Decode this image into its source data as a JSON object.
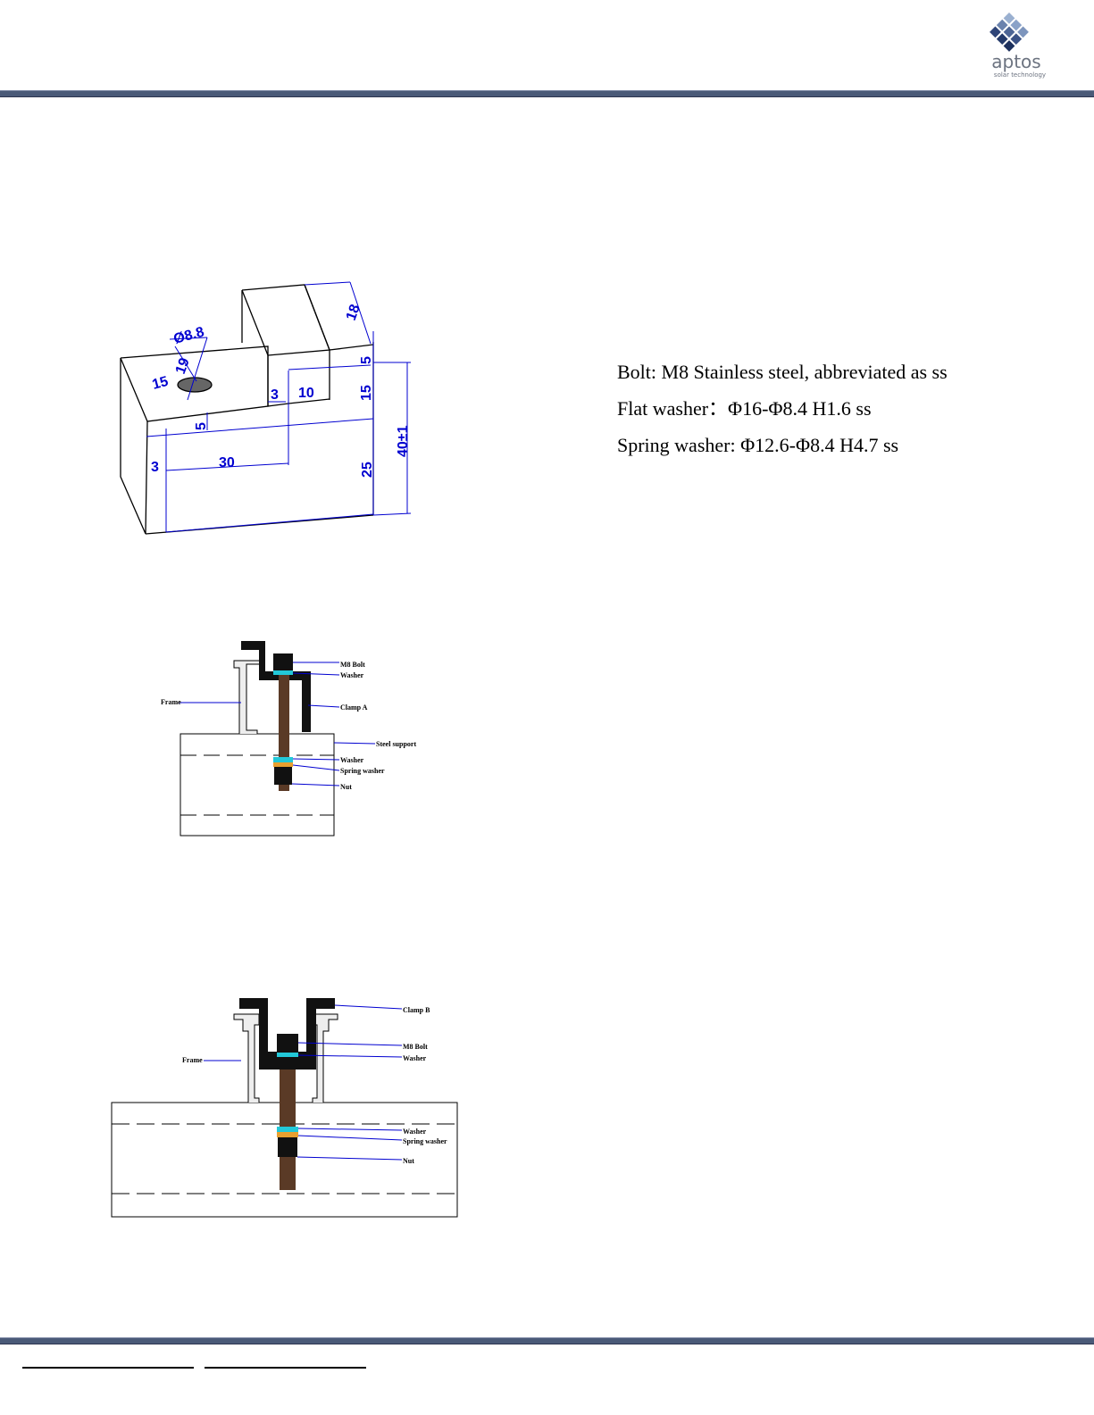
{
  "logo": {
    "name": "aptos",
    "tagline": "solar technology",
    "icon": "diamond-grid-logo-icon"
  },
  "specs": [
    "Bolt: M8 Stainless steel, abbreviated as ss",
    "Flat washer：Φ16-Φ8.4 H1.6 ss",
    "Spring washer: Φ12.6-Φ8.4 H4.7 ss"
  ],
  "block_drawing": {
    "dimensions": {
      "d_top_depth": "18",
      "d_hole": "Ø8.8",
      "d_hole_pos": "19",
      "d_depth_left": "15",
      "d_step_3": "3",
      "d_step_10": "10",
      "d_top_5": "5",
      "d_mid_15": "15",
      "d_lower_5": "5",
      "d_height": "40±1",
      "d_left_3": "3",
      "d_width_30": "30",
      "d_bottom_25": "25"
    }
  },
  "clamp_a_drawing": {
    "labels": {
      "bolt": "M8 Bolt",
      "washer_top": "Washer",
      "clamp": "Clamp A",
      "frame": "Frame",
      "steel_support": "Steel support",
      "washer_bottom": "Washer",
      "spring_washer": "Spring washer",
      "nut": "Nut"
    },
    "colors": {
      "washer": "#22c8d8",
      "spring_washer": "#e8a030"
    }
  },
  "clamp_b_drawing": {
    "labels": {
      "clamp": "Clamp B",
      "bolt": "M8 Bolt",
      "washer_top": "Washer",
      "frame": "Frame",
      "washer_bottom": "Washer",
      "spring_washer": "Spring washer",
      "nut": "Nut"
    }
  }
}
